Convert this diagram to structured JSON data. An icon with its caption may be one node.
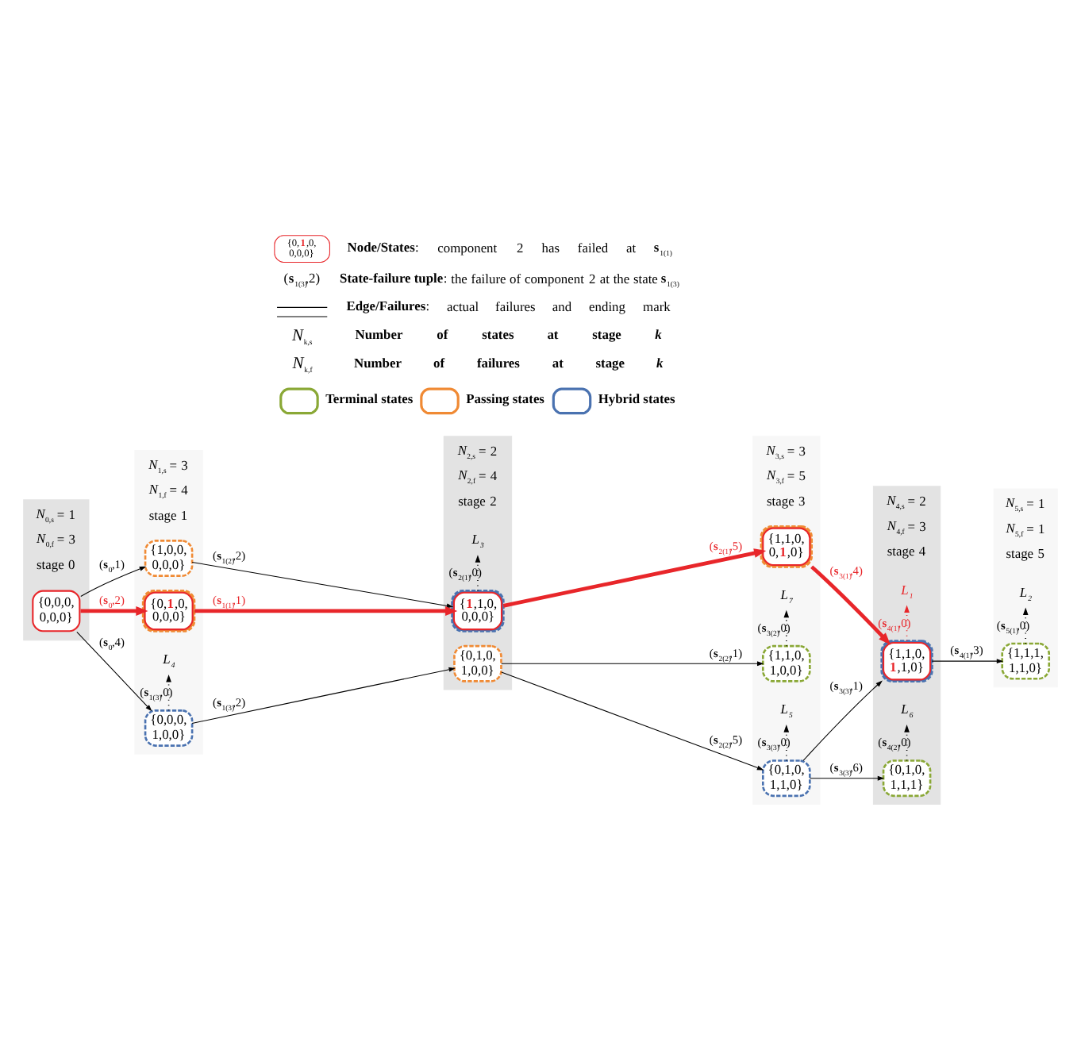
{
  "diagram": {
    "nodes": [
      {
        "text": [
          "*N*$_{0,s}$ = 1",
          "*N*$_{0,f}$ = 3",
          "stage 0"
        ]
      },
      {
        "text": [
          "*N*$_{1,s}$ = 3",
          "*N*$_{1,f}$ = 4",
          "stage 1"
        ]
      },
      {
        "text": [
          "*N*$_{2,s}$ = 2",
          "*N*$_{2,f}$ = 4",
          "stage 2"
        ]
      },
      {
        "text": [
          "*N*$_{3,s}$ = 3",
          "*N*$_{3,f}$ = 5",
          "stage 3"
        ]
      },
      {
        "text": [
          "*N*$_{4,s}$ = 2",
          "*N*$_{4,f}$ = 3",
          "stage 4"
        ]
      },
      {
        "text": [
          "*N*$_{5,s}$ = 1",
          "*N*$_{5,f}$ = 1",
          "stage 5"
        ]
      },
      {
        "text": [
          "{0,0,0, 0,0,0}"
        ],
        "in": 0
      },
      {
        "text": [
          "{1,0,0, 0,0,0}"
        ],
        "in": 1
      },
      {
        "text": [
          "{0,**1**,0, 0,0,0}"
        ],
        "in": 1
      },
      {
        "text": [
          "{0,0,0, 1,0,0}"
        ],
        "in": 1
      },
      {
        "text": [
          "{**1**,1,0, 0,0,0}"
        ],
        "in": 2
      },
      {
        "text": [
          "{0,1,0, 1,0,0}"
        ],
        "in": 2
      },
      {
        "text": [
          "{1,1,0, 0,**1**,0}"
        ],
        "in": 3
      },
      {
        "text": [
          "{1,1,0, 1,0,0}"
        ],
        "in": 3
      },
      {
        "text": [
          "{0,1,0, 1,1,0}"
        ],
        "in": 3
      },
      {
        "text": [
          "{1,1,0, **1**,1,0}"
        ],
        "in": 4
      },
      {
        "text": [
          "{0,1,0, 1,1,1}"
        ],
        "in": 4
      },
      {
        "text": [
          "{1,1,1, 1,1,0}"
        ],
        "in": 5
      },
      {
        "text": [
          "L$_{3}$"
        ],
        "in": 2
      },
      {
        "text": [
          "L$_{4}$"
        ],
        "in": 1
      },
      {
        "text": [
          "L$_{7}$"
        ],
        "in": 3
      },
      {
        "text": [
          "L$_{5}$"
        ],
        "in": 3
      },
      {
        "text": [
          "L$_{1}$"
        ],
        "in": 4
      },
      {
        "text": [
          "L$_{6}$"
        ],
        "in": 4
      },
      {
        "text": [
          "L$_{2}$"
        ],
        "in": 5
      }
    ],
    "edges": [
      {
        "from": 6,
        "to": 7,
        "arrow": "to",
        "label": "(**s**$_{0}$,1)"
      },
      {
        "from": 6,
        "to": 8,
        "arrow": "to",
        "label": "(**s**$_{0}$,2)",
        "style": "thick",
        "color": "#e8262a"
      },
      {
        "from": 6,
        "to": 9,
        "arrow": "to",
        "label": "(**s**$_{0}$,4)"
      },
      {
        "from": 7,
        "to": 10,
        "arrow": "to",
        "label": "(**s**$_{1(2)}$,2)"
      },
      {
        "from": 8,
        "to": 10,
        "arrow": "to",
        "label": "(**s**$_{1(1)}$,1)",
        "style": "thick",
        "color": "#e8262a"
      },
      {
        "from": 9,
        "to": 11,
        "arrow": "to",
        "label": "(**s**$_{1(3)}$,2)"
      },
      {
        "from": 9,
        "to": 19,
        "arrow": "to",
        "label": "(**s**$_{1(3)}$,0)",
        "style": "dashed"
      },
      {
        "from": 10,
        "to": 18,
        "arrow": "to",
        "label": "(**s**$_{2(1)}$,0)",
        "style": "dashed"
      },
      {
        "from": 10,
        "to": 12,
        "arrow": "to",
        "label": "(**s**$_{2(1)}$,5)",
        "style": "thick",
        "color": "#e8262a"
      },
      {
        "from": 11,
        "to": 13,
        "arrow": "to",
        "label": "(**s**$_{2(2)}$,1)"
      },
      {
        "from": 11,
        "to": 14,
        "arrow": "to",
        "label": "(**s**$_{2(2)}$,5)"
      },
      {
        "from": 13,
        "to": 20,
        "arrow": "to",
        "label": "(**s**$_{3(2)}$,0)",
        "style": "dashed"
      },
      {
        "from": 12,
        "to": 15,
        "arrow": "to",
        "label": "(**s**$_{3(1)}$,4)",
        "style": "thick",
        "color": "#e8262a"
      },
      {
        "from": 14,
        "to": 15,
        "arrow": "to",
        "label": "(**s**$_{3(3)}$,1)"
      },
      {
        "from": 14,
        "to": 16,
        "arrow": "to",
        "label": "(**s**$_{3(3)}$,6)"
      },
      {
        "from": 14,
        "to": 21,
        "arrow": "to",
        "label": "(**s**$_{3(3)}$,0)",
        "style": "dashed"
      },
      {
        "from": 15,
        "to": 22,
        "arrow": "to",
        "label": "(**s**$_{4(1)}$,0)",
        "style": "dashed",
        "color": "#e8262a"
      },
      {
        "from": 15,
        "to": 17,
        "arrow": "to",
        "label": "(**s**$_{4(1)}$,3)"
      },
      {
        "from": 16,
        "to": 23,
        "arrow": "to",
        "label": "(**s**$_{4(2)}$,0)",
        "style": "dashed"
      },
      {
        "from": 17,
        "to": 24,
        "arrow": "to",
        "label": "(**s**$_{5(1)}$,0)",
        "style": "dashed"
      }
    ],
    "labels": [
      "{0,**1**,0, 0,0,0}",
      "(**s**$_{1(3)}$,2)",
      "*N*$_{k,s}$",
      "*N*$_{k,f}$"
    ],
    "legend": [
      {
        "text": "**Node/States**: component 2 has failed at **s**$_{1(1)}$"
      },
      {
        "text": "**State-failure tuple**: the failure of component 2 at the state **s**$_{1(3)}$"
      },
      {
        "text": "**Edge/Failures**: actual failures and ending mark"
      },
      {
        "text": "Number of states at stage *k*"
      },
      {
        "text": "Number of failures at stage *k*"
      },
      {
        "text": "Terminal states"
      },
      {
        "text": "Passing states"
      },
      {
        "text": "Hybrid states"
      }
    ]
  }
}
